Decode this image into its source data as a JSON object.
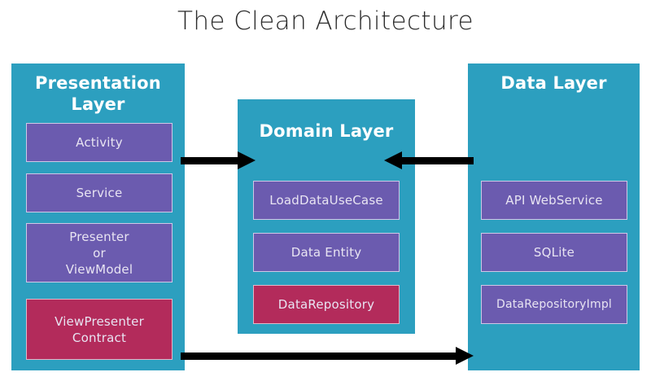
{
  "title": "The Clean Architecture",
  "colors": {
    "background": "#ffffff",
    "layer_teal": "#2C9FBF",
    "component_purple": "#6B5BAF",
    "component_crimson": "#B32B5B",
    "component_border": "#cfc7e6",
    "component_text": "#e8e4f2",
    "arrow": "#000000",
    "title_text": "#2b2b2b"
  },
  "layers": {
    "presentation": {
      "title": "Presentation\nLayer",
      "components": [
        {
          "label": "Activity",
          "style": "purple"
        },
        {
          "label": "Service",
          "style": "purple"
        },
        {
          "label": "Presenter\nor\nViewModel",
          "style": "purple"
        },
        {
          "label": "ViewPresenter\nContract",
          "style": "crimson"
        }
      ]
    },
    "domain": {
      "title": "Domain Layer",
      "components": [
        {
          "label": "LoadDataUseCase",
          "style": "purple"
        },
        {
          "label": "Data Entity",
          "style": "purple"
        },
        {
          "label": "DataRepository",
          "style": "crimson"
        }
      ]
    },
    "data": {
      "title": "Data Layer",
      "components": [
        {
          "label": "API WebService",
          "style": "purple"
        },
        {
          "label": "SQLite",
          "style": "purple"
        },
        {
          "label": "DataRepositoryImpl",
          "style": "purple"
        }
      ]
    }
  },
  "arrows": [
    {
      "name": "presentation-to-domain",
      "direction": "right",
      "from": "presentation",
      "to": "domain"
    },
    {
      "name": "data-to-domain",
      "direction": "left",
      "from": "data",
      "to": "domain"
    },
    {
      "name": "presentation-to-data",
      "direction": "right",
      "from": "presentation",
      "to": "data"
    }
  ]
}
